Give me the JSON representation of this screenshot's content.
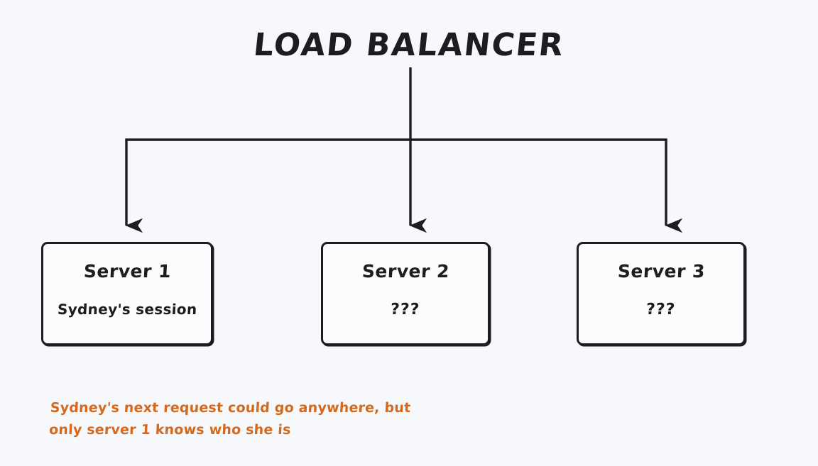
{
  "page": {
    "background_color": "#f7f8fc",
    "ink_color": "#1d1d1f",
    "accent_color": "#d2691e"
  },
  "title": {
    "text": "LOAD BALANCER"
  },
  "servers": [
    {
      "name": "Server 1",
      "status": "Sydney's session"
    },
    {
      "name": "Server 2",
      "status": "???"
    },
    {
      "name": "Server 3",
      "status": "???"
    }
  ],
  "caption": {
    "line1": "Sydney's next request could go anywhere, but",
    "line2": "only server 1 knows who she is"
  },
  "diagram": {
    "type": "flow",
    "root": "LOAD BALANCER",
    "edges": [
      {
        "from": "LOAD BALANCER",
        "to": "Server 1"
      },
      {
        "from": "LOAD BALANCER",
        "to": "Server 2"
      },
      {
        "from": "LOAD BALANCER",
        "to": "Server 3"
      }
    ]
  }
}
